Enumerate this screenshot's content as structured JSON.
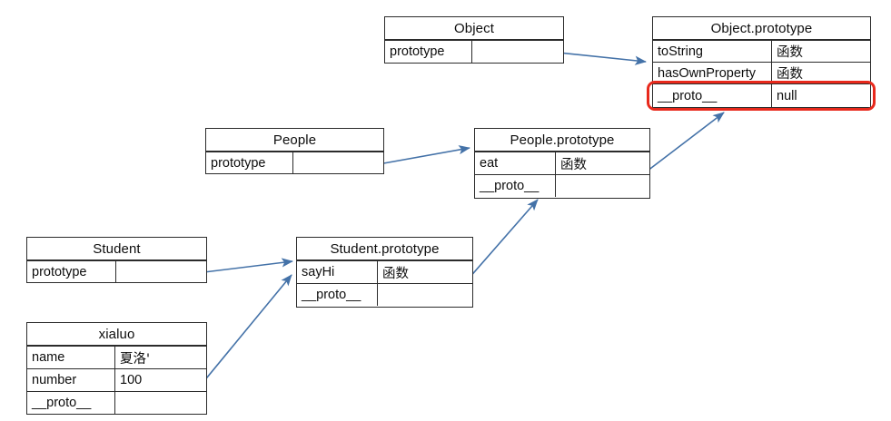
{
  "diagram": {
    "title": "JavaScript prototype chain diagram",
    "accent_arrow_color": "#4472a8",
    "highlight_color": "#e8291c",
    "border_color": "#2b2b2b",
    "background_color": "#ffffff"
  },
  "tables": {
    "object": {
      "title": "Object",
      "rows": [
        {
          "key": "prototype",
          "value": ""
        }
      ]
    },
    "object_prototype": {
      "title": "Object.prototype",
      "rows": [
        {
          "key": "toString",
          "value": "函数"
        },
        {
          "key": "hasOwnProperty",
          "value": "函数"
        },
        {
          "key": "__proto__",
          "value": "null"
        }
      ]
    },
    "people": {
      "title": "People",
      "rows": [
        {
          "key": "prototype",
          "value": ""
        }
      ]
    },
    "people_prototype": {
      "title": "People.prototype",
      "rows": [
        {
          "key": "eat",
          "value": "函数"
        },
        {
          "key": "__proto__",
          "value": ""
        }
      ]
    },
    "student": {
      "title": "Student",
      "rows": [
        {
          "key": "prototype",
          "value": ""
        }
      ]
    },
    "student_prototype": {
      "title": "Student.prototype",
      "rows": [
        {
          "key": "sayHi",
          "value": "函数"
        },
        {
          "key": "__proto__",
          "value": ""
        }
      ]
    },
    "xialuo": {
      "title": "xialuo",
      "rows": [
        {
          "key": "name",
          "value": "夏洛'"
        },
        {
          "key": "number",
          "value": "100"
        },
        {
          "key": "__proto__",
          "value": ""
        }
      ]
    }
  },
  "highlight": {
    "label": "object-prototype-proto-null-highlight"
  },
  "arrows": [
    {
      "name": "object-prototype-to-object-prototype-table",
      "from": "Object.prototype cell",
      "to": "Object.prototype table"
    },
    {
      "name": "people-prototype-to-people-prototype-table",
      "from": "People.prototype cell",
      "to": "People.prototype table"
    },
    {
      "name": "student-prototype-to-student-prototype-table",
      "from": "Student.prototype cell",
      "to": "Student.prototype table"
    },
    {
      "name": "xialuo-proto-to-student-prototype",
      "from": "xialuo.__proto__",
      "to": "Student.prototype"
    },
    {
      "name": "student-prototype-proto-to-people-prototype",
      "from": "Student.prototype.__proto__",
      "to": "People.prototype"
    },
    {
      "name": "people-prototype-proto-to-object-prototype",
      "from": "People.prototype.__proto__",
      "to": "Object.prototype"
    }
  ]
}
